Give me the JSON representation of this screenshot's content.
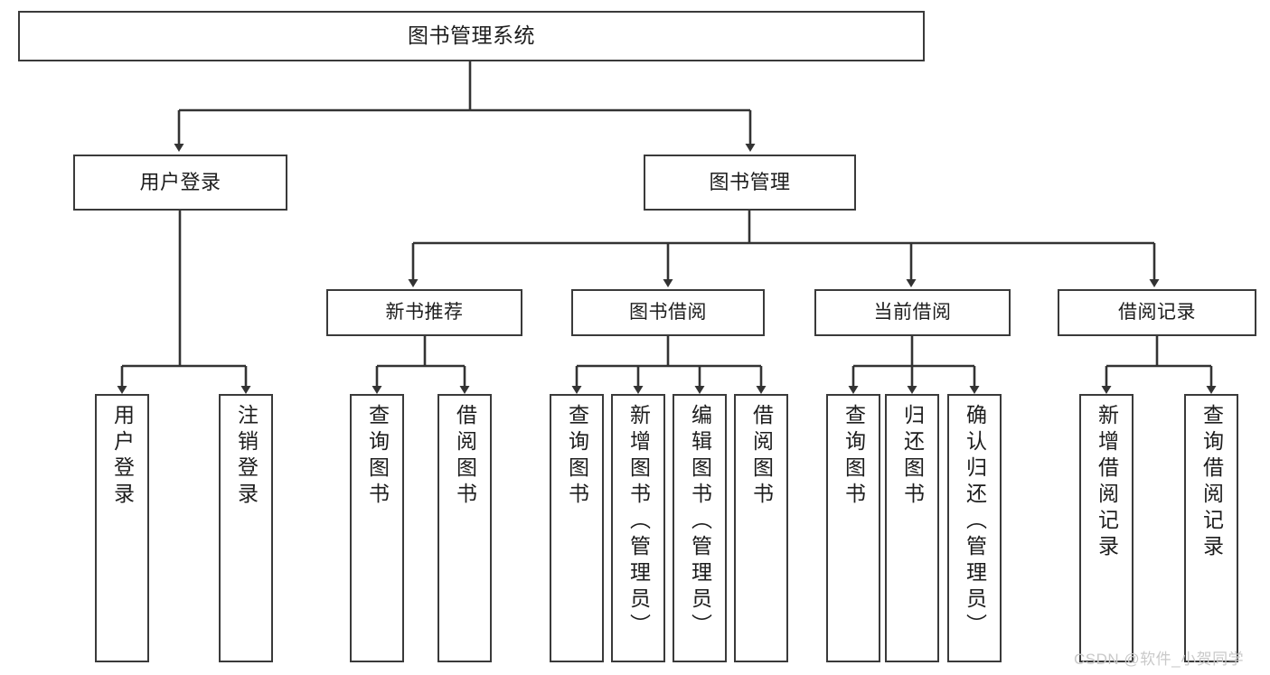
{
  "diagram": {
    "type": "tree-hierarchy",
    "title": "图书管理系统",
    "root": {
      "label": "图书管理系统"
    },
    "level1": [
      {
        "label": "用户登录"
      },
      {
        "label": "图书管理"
      }
    ],
    "level2": [
      {
        "label": "新书推荐"
      },
      {
        "label": "图书借阅"
      },
      {
        "label": "当前借阅"
      },
      {
        "label": "借阅记录"
      }
    ],
    "leaves": {
      "user_login": [
        {
          "label": "用户登录"
        },
        {
          "label": "注销登录"
        }
      ],
      "new_book": [
        {
          "label": "查询图书"
        },
        {
          "label": "借阅图书"
        }
      ],
      "book_borrow": [
        {
          "label": "查询图书"
        },
        {
          "label": "新增图书（管理员）"
        },
        {
          "label": "编辑图书（管理员）"
        },
        {
          "label": "借阅图书"
        }
      ],
      "current_borrow": [
        {
          "label": "查询图书"
        },
        {
          "label": "归还图书"
        },
        {
          "label": "确认归还（管理员）"
        }
      ],
      "borrow_record": [
        {
          "label": "新增借阅记录"
        },
        {
          "label": "查询借阅记录"
        }
      ]
    }
  },
  "watermark": {
    "text": "CSDN @软件_小贺同学"
  },
  "colors": {
    "box_border": "#3a3a3a",
    "box_fill": "#ffffff",
    "connector": "#333333",
    "text": "#1d1d1d",
    "watermark": "#c9c9c9",
    "background": "#ffffff"
  }
}
